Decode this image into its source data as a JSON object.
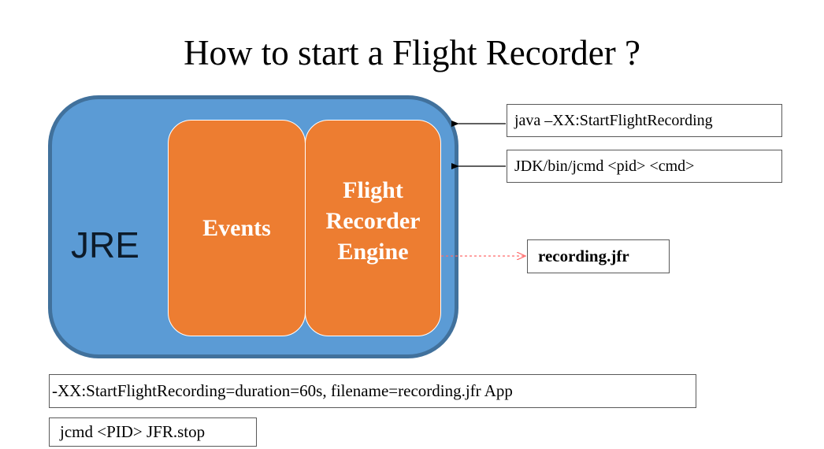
{
  "title": "How to start a Flight Recorder ?",
  "jre": {
    "label": "JRE"
  },
  "events": {
    "label": "Events"
  },
  "engine": {
    "line1": "Flight",
    "line2": "Recorder",
    "line3": "Engine"
  },
  "commands": {
    "java_option": "java –XX:StartFlightRecording",
    "jcmd": "JDK/bin/jcmd <pid> <cmd>"
  },
  "output": {
    "file": "recording.jfr"
  },
  "examples": {
    "start": "-XX:StartFlightRecording=duration=60s, filename=recording.jfr App",
    "stop": "jcmd <PID> JFR.stop"
  },
  "colors": {
    "jre_fill": "#5b9bd5",
    "jre_border": "#41719c",
    "component_fill": "#ed7d31",
    "dotted_arrow": "#ff6b6b",
    "arrow": "#000000"
  }
}
